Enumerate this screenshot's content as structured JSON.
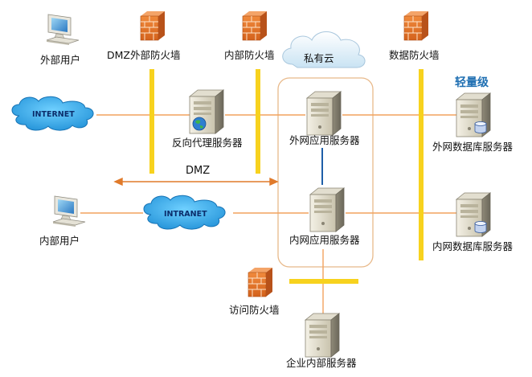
{
  "labels": {
    "external_user": "外部用户",
    "dmz_external_firewall": "DMZ外部防火墙",
    "internal_firewall": "内部防火墙",
    "private_cloud": "私有云",
    "data_firewall": "数据防火墙",
    "lightweight": "轻量级",
    "internet": "INTERNET",
    "reverse_proxy_server": "反向代理服务器",
    "external_app_server": "外网应用服务器",
    "external_db_server": "外网数据库服务器",
    "dmz": "DMZ",
    "intranet": "INTRANET",
    "internal_user": "内部用户",
    "internal_app_server": "内网应用服务器",
    "internal_db_server": "内网数据库服务器",
    "access_firewall": "访问防火墙",
    "enterprise_internal_server": "企业内部服务器"
  },
  "colors": {
    "link_line": "#f2a25e",
    "firewall_bar": "#f7d21e",
    "app_link": "#1f5fa8",
    "cloud_fill": "#2ea8e8",
    "private_cloud_border": "#e8b98a",
    "accent_blue": "#1f6fb2"
  },
  "icons": {
    "user_terminal": "computer-terminal-icon",
    "firewall": "brick-firewall-icon",
    "server": "tower-server-icon",
    "db_server": "database-server-icon",
    "cloud": "cloud-icon"
  }
}
